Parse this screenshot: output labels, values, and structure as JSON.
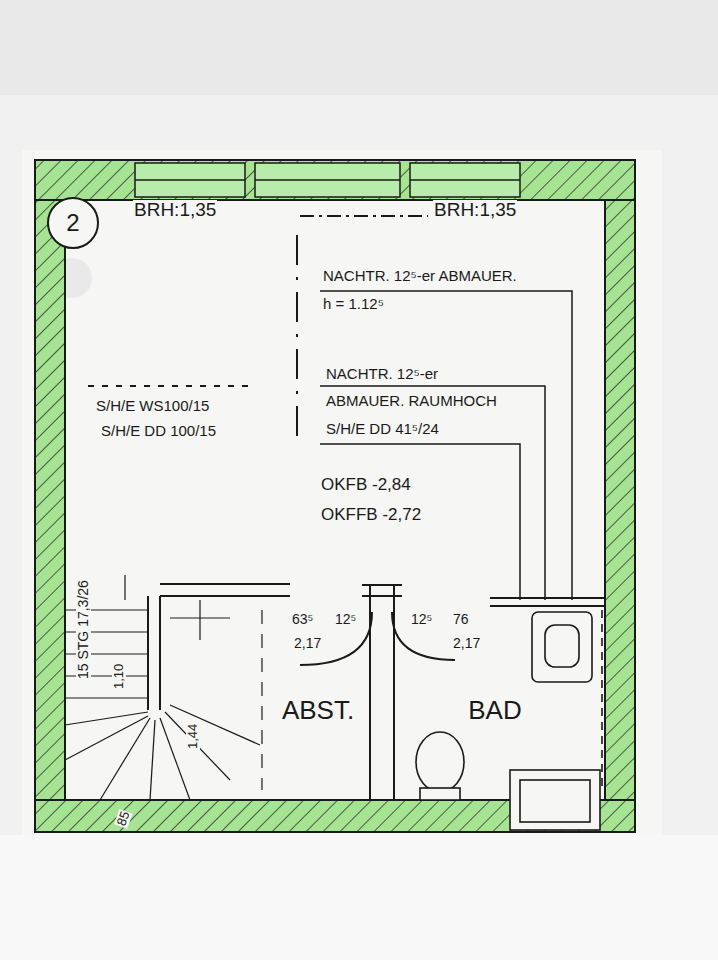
{
  "diagram": {
    "nodes": [
      {
        "text": [
          "2"
        ]
      },
      {
        "text": [
          "ABST."
        ]
      },
      {
        "text": [
          "BAD"
        ]
      }
    ],
    "labels": [
      "BRH:1,35",
      "BRH:1,35",
      "NACHTR. 12⁵-er ABMAUER.",
      "h = 1.12⁵",
      "NACHTR. 12⁵-er",
      "ABMAUER. RAUMHOCH",
      "S/H/E DD 41⁵/24",
      "S/H/E WS100/15",
      "S/H/E DD 100/15",
      "OKFB -2,84",
      "OKFFB -2,72",
      "63⁵",
      "12⁵",
      "2,17",
      "12⁵",
      "76",
      "2,17",
      "15 STG 17,3/26",
      "1,10",
      "1,44",
      "85"
    ]
  }
}
